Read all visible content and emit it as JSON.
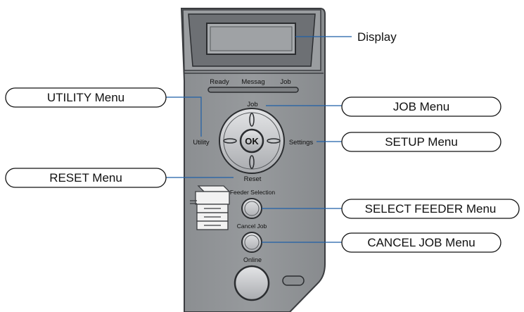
{
  "panel": {
    "indicator_labels": {
      "ready": "Ready",
      "message": "Messag",
      "job": "Job"
    },
    "nav_labels": {
      "top": "Job",
      "left": "Utility",
      "right": "Settings",
      "bottom": "Reset"
    },
    "ok_label": "OK",
    "feeder_label": "Feeder Selection",
    "cancel_label": "Cancel Job",
    "online_label": "Online"
  },
  "callouts": {
    "display": "Display",
    "utility": "UTILITY Menu",
    "job": "JOB Menu",
    "setup": "SETUP Menu",
    "reset": "RESET Menu",
    "select_feeder": "SELECT FEEDER Menu",
    "cancel_job": "CANCEL JOB Menu"
  },
  "colors": {
    "panel": "#8f9295",
    "panel_top": "#b4b6b9",
    "panel_edge": "#3b3d40",
    "leader_line": "#1f5fa8",
    "button": "#c7c9cc"
  }
}
